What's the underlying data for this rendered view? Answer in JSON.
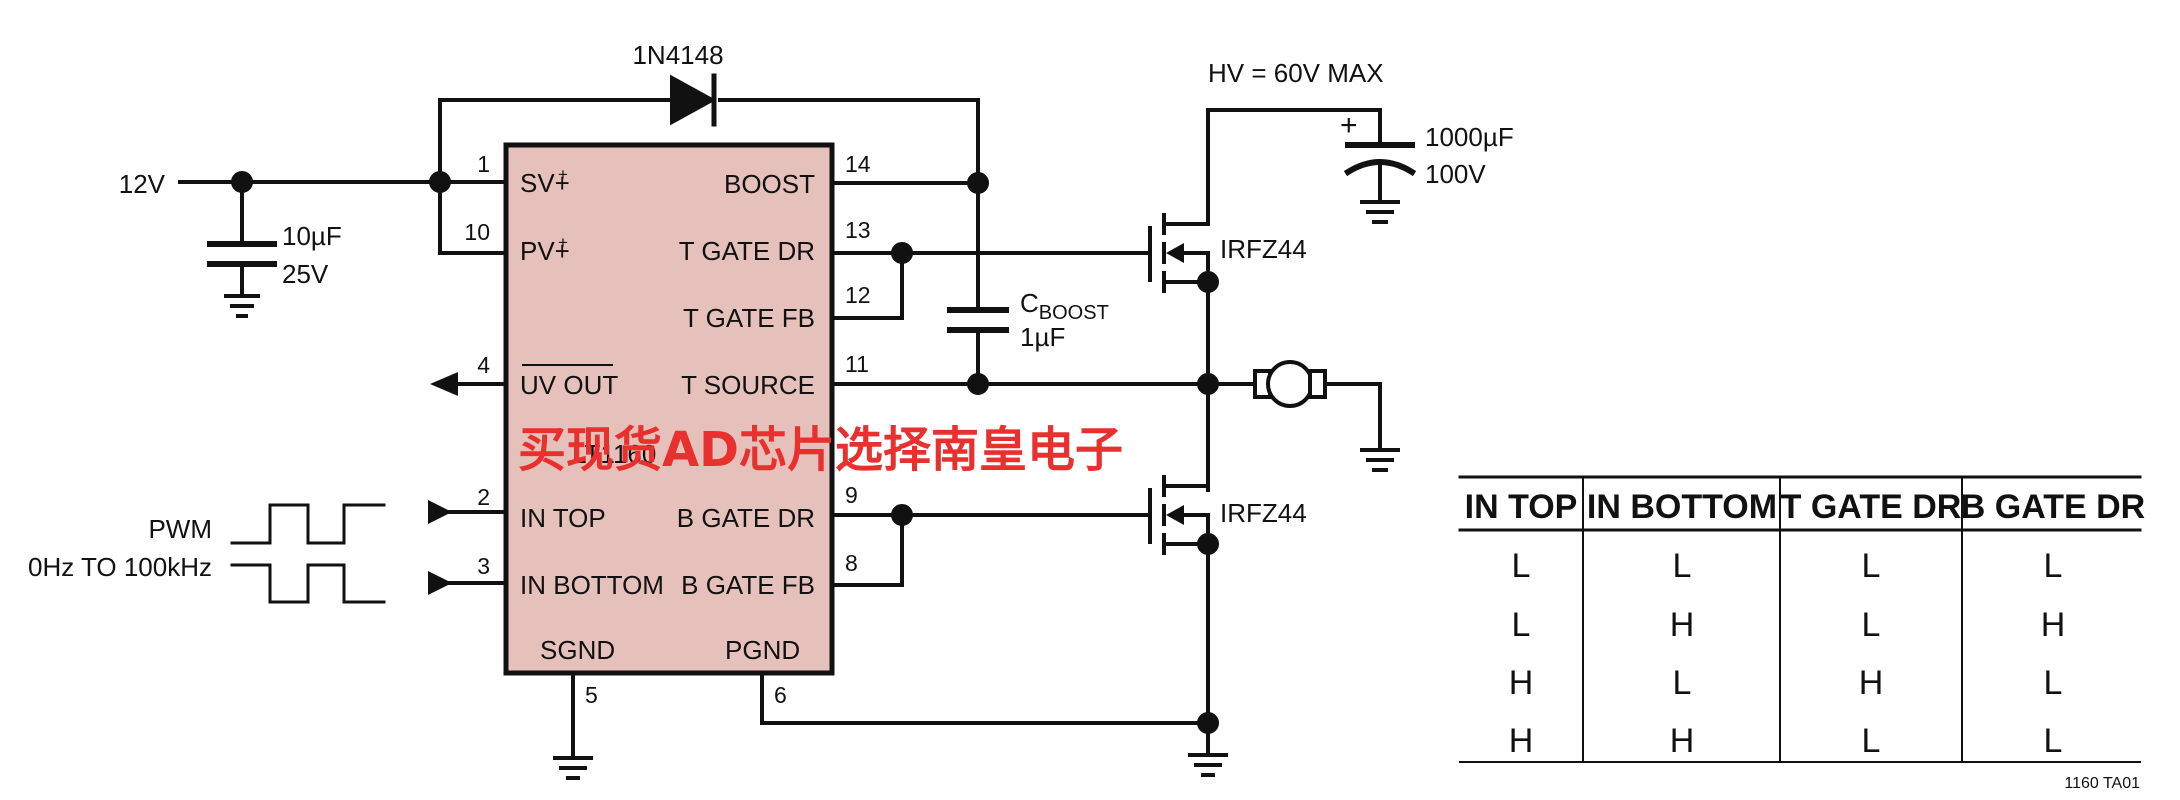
{
  "chip": {
    "name": "LT1160",
    "pins_left": [
      {
        "num": "1",
        "label": "SV+"
      },
      {
        "num": "10",
        "label": "PV+"
      },
      {
        "num": "4",
        "label": "UV OUT"
      },
      {
        "num": "2",
        "label": "IN TOP"
      },
      {
        "num": "3",
        "label": "IN BOTTOM"
      }
    ],
    "pins_right": [
      {
        "num": "14",
        "label": "BOOST"
      },
      {
        "num": "13",
        "label": "T GATE DR"
      },
      {
        "num": "12",
        "label": "T GATE FB"
      },
      {
        "num": "11",
        "label": "T SOURCE"
      },
      {
        "num": "9",
        "label": "B GATE DR"
      },
      {
        "num": "8",
        "label": "B GATE FB"
      }
    ],
    "pins_bottom": [
      {
        "num": "5",
        "label": "SGND"
      },
      {
        "num": "6",
        "label": "PGND"
      }
    ],
    "fill_color": "#e6c1bb"
  },
  "labels": {
    "diode": "1N4148",
    "supply": "12V",
    "cap_in_value": "10µF",
    "cap_in_voltage": "25V",
    "hv": "HV = 60V MAX",
    "cap_out_value": "1000µF",
    "cap_out_voltage": "100V",
    "cap_plus": "+",
    "cboost_main": "C",
    "cboost_sub": "BOOST",
    "cboost_value": "1µF",
    "mosfet_top": "IRFZ44",
    "mosfet_bottom": "IRFZ44",
    "pwm": "PWM",
    "pwm_freq": "0Hz TO 100kHz",
    "figure_id": "1160 TA01"
  },
  "watermark": "买现货AD芯片选择南皇电子",
  "truth_table": {
    "headers": [
      "IN TOP",
      "IN BOTTOM",
      "T GATE DR",
      "B GATE DR"
    ],
    "rows": [
      [
        "L",
        "L",
        "L",
        "L"
      ],
      [
        "L",
        "H",
        "L",
        "H"
      ],
      [
        "H",
        "L",
        "H",
        "L"
      ],
      [
        "H",
        "H",
        "L",
        "L"
      ]
    ]
  }
}
